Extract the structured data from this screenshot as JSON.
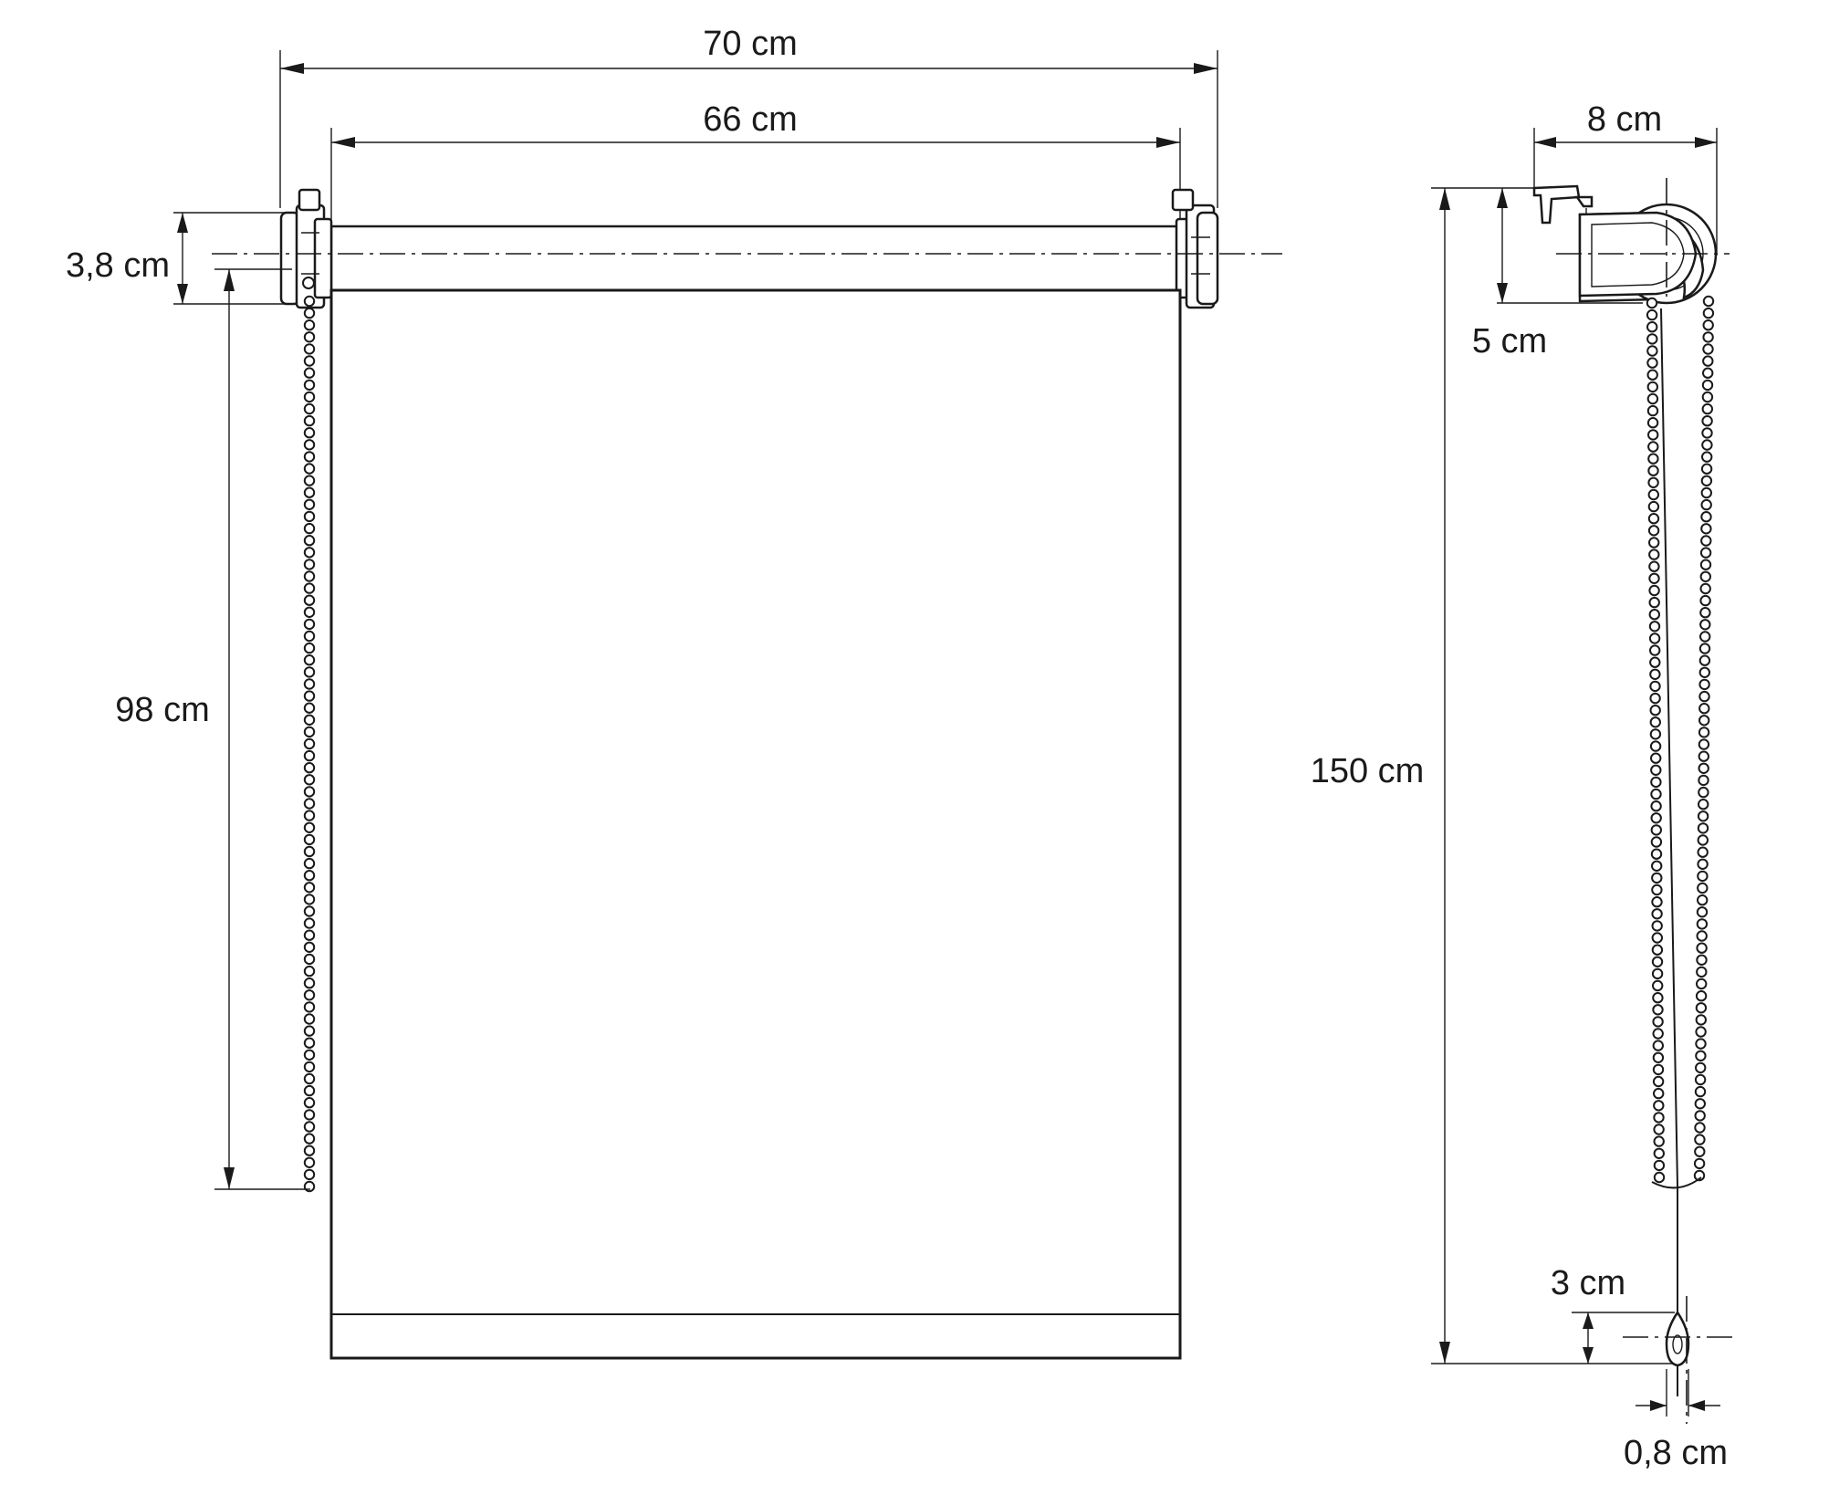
{
  "dimensions": {
    "overall_width": "70 cm",
    "fabric_width": "66 cm",
    "roller_height": "3,8 cm",
    "chain_length": "98 cm",
    "total_height": "150 cm",
    "bracket_depth": "8 cm",
    "bracket_height": "5 cm",
    "weight_length": "3 cm",
    "weight_width": "0,8 cm"
  },
  "colors": {
    "line": "#1a1a1a",
    "background": "#ffffff"
  }
}
